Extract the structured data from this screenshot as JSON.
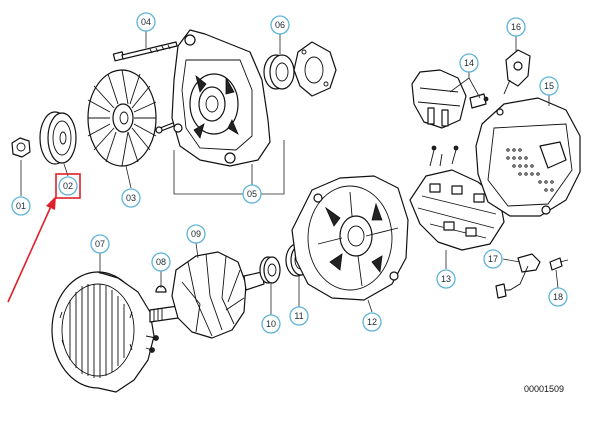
{
  "callouts": [
    {
      "id": "01",
      "label": "01"
    },
    {
      "id": "02",
      "label": "02"
    },
    {
      "id": "03",
      "label": "03"
    },
    {
      "id": "04",
      "label": "04"
    },
    {
      "id": "05",
      "label": "05"
    },
    {
      "id": "06",
      "label": "06"
    },
    {
      "id": "07",
      "label": "07"
    },
    {
      "id": "08",
      "label": "08"
    },
    {
      "id": "09",
      "label": "09"
    },
    {
      "id": "10",
      "label": "10"
    },
    {
      "id": "11",
      "label": "11"
    },
    {
      "id": "12",
      "label": "12"
    },
    {
      "id": "13",
      "label": "13"
    },
    {
      "id": "14",
      "label": "14"
    },
    {
      "id": "15",
      "label": "15"
    },
    {
      "id": "16",
      "label": "16"
    },
    {
      "id": "17",
      "label": "17"
    },
    {
      "id": "18",
      "label": "18"
    }
  ],
  "highlighted_part": "02",
  "diagram_number": "00001509",
  "colors": {
    "callout_border": "#5fb4d8",
    "highlight": "#e0202a"
  }
}
